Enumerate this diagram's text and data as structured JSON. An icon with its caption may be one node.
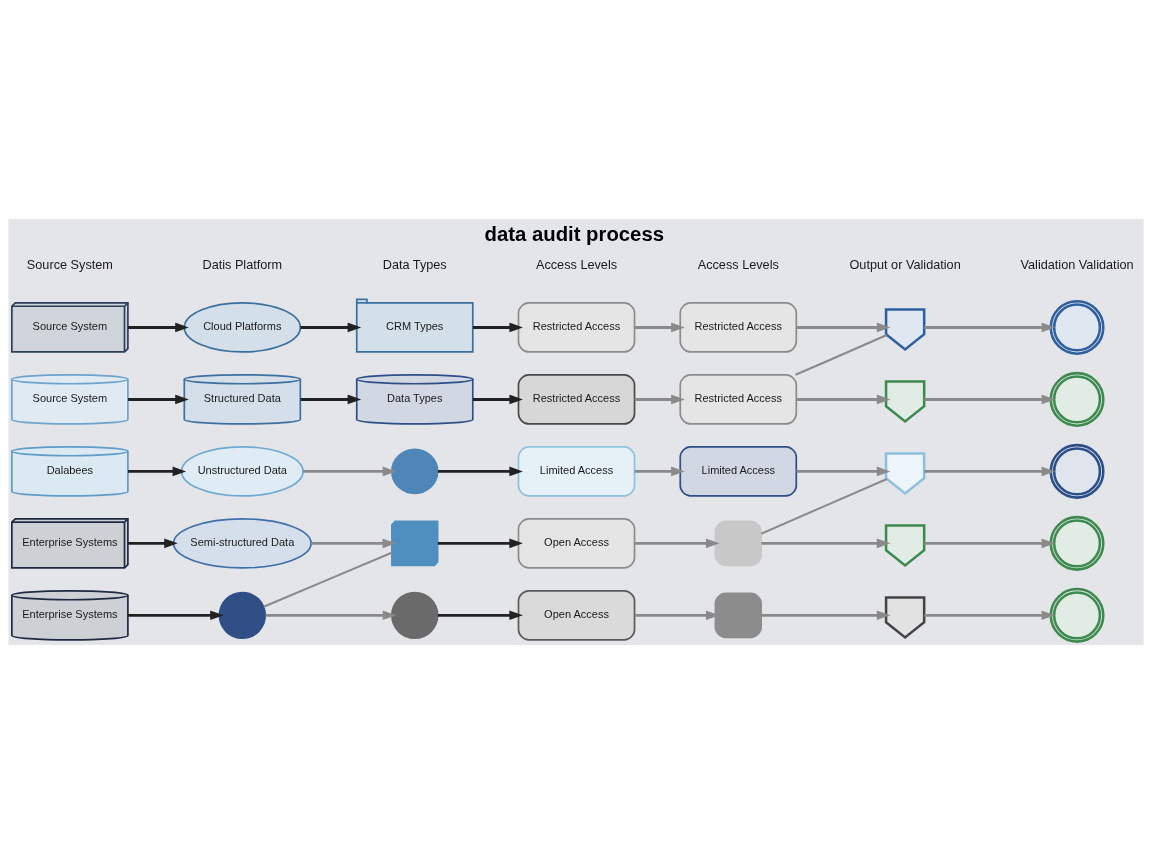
{
  "diagram": {
    "title": "data audit process",
    "nodes": [
      {
        "text": [
          "Source System"
        ]
      },
      {
        "text": [
          "Cloud Platforms"
        ]
      },
      {
        "text": [
          "CRM Types"
        ]
      },
      {
        "text": [
          "Restricted Access"
        ]
      },
      {
        "text": [
          "Restricted Access"
        ]
      },
      {
        "text": [],
        "shape": "shield"
      },
      {
        "text": [],
        "shape": "seal"
      },
      {
        "text": [
          "Source System"
        ]
      },
      {
        "text": [
          "Structured Data"
        ]
      },
      {
        "text": [
          "Data Types"
        ]
      },
      {
        "text": [
          "Restricted Access"
        ]
      },
      {
        "text": [
          "Restricted Access"
        ]
      },
      {
        "text": [],
        "shape": "shield"
      },
      {
        "text": [],
        "shape": "seal"
      },
      {
        "text": [
          "Dalabees"
        ]
      },
      {
        "text": [
          "Unstructured Data"
        ]
      },
      {
        "text": [],
        "shape": "cloud"
      },
      {
        "text": [
          "Limited Access"
        ]
      },
      {
        "text": [
          "Limited Access"
        ]
      },
      {
        "text": [],
        "shape": "shield"
      },
      {
        "text": [],
        "shape": "seal"
      },
      {
        "text": [
          "Enterprise Systems"
        ]
      },
      {
        "text": [
          "Semi-structured Data"
        ]
      },
      {
        "text": [],
        "shape": "layers"
      },
      {
        "text": [
          "Open Access"
        ]
      },
      {
        "text": [],
        "shape": "lock"
      },
      {
        "text": [],
        "shape": "shield"
      },
      {
        "text": [],
        "shape": "seal"
      },
      {
        "text": [
          "Enterprise Systems"
        ]
      },
      {
        "text": [],
        "shape": "circle"
      },
      {
        "text": [],
        "shape": "circle"
      },
      {
        "text": [
          "Open Access"
        ]
      },
      {
        "text": [],
        "shape": "lock"
      },
      {
        "text": [],
        "shape": "shield"
      },
      {
        "text": [],
        "shape": "seal"
      }
    ],
    "edges": [
      {
        "from": 0,
        "to": 1,
        "arrow": "to",
        "color": "#222222"
      },
      {
        "from": 1,
        "to": 2,
        "arrow": "to",
        "color": "#222222"
      },
      {
        "from": 2,
        "to": 3,
        "arrow": "to",
        "color": "#222222"
      },
      {
        "from": 3,
        "to": 4,
        "arrow": "to"
      },
      {
        "from": 4,
        "to": 5,
        "arrow": "to"
      },
      {
        "from": 5,
        "to": 6,
        "arrow": "to"
      },
      {
        "from": 7,
        "to": 8,
        "arrow": "to",
        "color": "#222222"
      },
      {
        "from": 8,
        "to": 9,
        "arrow": "to",
        "color": "#222222"
      },
      {
        "from": 9,
        "to": 10,
        "arrow": "to",
        "color": "#222222"
      },
      {
        "from": 10,
        "to": 11,
        "arrow": "to"
      },
      {
        "from": 11,
        "to": 12,
        "arrow": "to"
      },
      {
        "from": 12,
        "to": 13,
        "arrow": "to"
      },
      {
        "from": 11,
        "to": 5,
        "arrow": "none"
      },
      {
        "from": 14,
        "to": 15,
        "arrow": "to",
        "color": "#222222"
      },
      {
        "from": 15,
        "to": 16,
        "arrow": "to"
      },
      {
        "from": 16,
        "to": 17,
        "arrow": "to",
        "color": "#222222"
      },
      {
        "from": 17,
        "to": 18,
        "arrow": "to"
      },
      {
        "from": 18,
        "to": 19,
        "arrow": "to"
      },
      {
        "from": 19,
        "to": 20,
        "arrow": "to"
      },
      {
        "from": 21,
        "to": 22,
        "arrow": "to",
        "color": "#222222"
      },
      {
        "from": 22,
        "to": 23,
        "arrow": "to"
      },
      {
        "from": 23,
        "to": 24,
        "arrow": "to",
        "color": "#222222"
      },
      {
        "from": 24,
        "to": 25,
        "arrow": "to"
      },
      {
        "from": 25,
        "to": 26,
        "arrow": "to"
      },
      {
        "from": 26,
        "to": 27,
        "arrow": "to"
      },
      {
        "from": 25,
        "to": 19,
        "arrow": "none"
      },
      {
        "from": 28,
        "to": 29,
        "arrow": "to",
        "color": "#222222"
      },
      {
        "from": 29,
        "to": 30,
        "arrow": "to"
      },
      {
        "from": 30,
        "to": 31,
        "arrow": "to",
        "color": "#222222"
      },
      {
        "from": 31,
        "to": 32,
        "arrow": "to"
      },
      {
        "from": 32,
        "to": 33,
        "arrow": "to"
      },
      {
        "from": 33,
        "to": 34,
        "arrow": "to"
      },
      {
        "from": 29,
        "to": 23,
        "arrow": "none"
      }
    ],
    "labels": [
      "Source System",
      "Datis Platform",
      "Data Types",
      "Access Levels",
      "Access Levels",
      "Output or Validation",
      "Validation Validation"
    ]
  }
}
